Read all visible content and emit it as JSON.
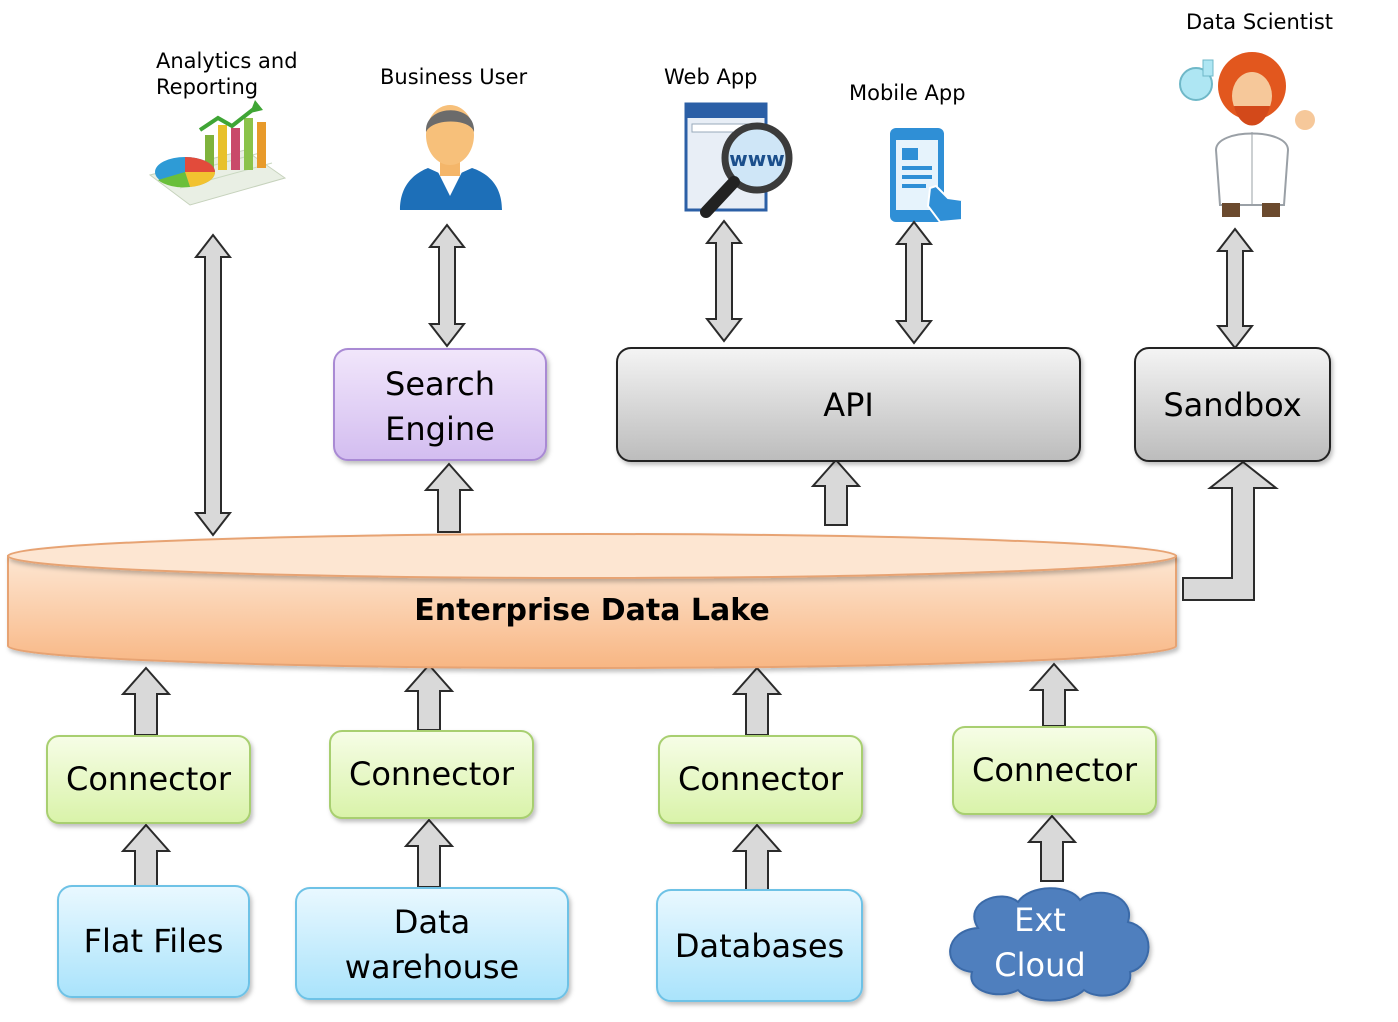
{
  "consumers": {
    "analytics": {
      "label_lines": [
        "Analytics and",
        "Reporting"
      ],
      "icon": "analytics-chart-icon"
    },
    "business_user": {
      "label": "Business User",
      "icon": "business-user-icon"
    },
    "web_app": {
      "label": "Web App",
      "icon": "web-app-icon"
    },
    "mobile_app": {
      "label": "Mobile App",
      "icon": "mobile-app-icon"
    },
    "data_scientist": {
      "label": "Data Scientist",
      "icon": "data-scientist-icon"
    }
  },
  "middle": {
    "search_engine": {
      "label_lines": [
        "Search",
        "Engine"
      ]
    },
    "api": {
      "label": "API"
    },
    "sandbox": {
      "label": "Sandbox"
    }
  },
  "lake": {
    "label": "Enterprise Data Lake"
  },
  "connectors": [
    "Connector",
    "Connector",
    "Connector",
    "Connector"
  ],
  "sources": {
    "flat_files": {
      "label": "Flat Files"
    },
    "data_warehouse": {
      "label_lines": [
        "Data",
        "warehouse"
      ]
    },
    "databases": {
      "label": "Databases"
    },
    "ext_cloud": {
      "label_lines": [
        "Ext",
        "Cloud"
      ]
    }
  },
  "colors": {
    "search_fill_top": "#f1e6fb",
    "search_fill_bottom": "#d3bdf0",
    "search_stroke": "#a98ad4",
    "gray_fill_top": "#f4f4f4",
    "gray_fill_bottom": "#bcbcbc",
    "gray_stroke": "#222222",
    "lake_fill_top": "#fde6d2",
    "lake_fill_bottom": "#f8b683",
    "lake_stroke": "#e7a373",
    "connector_fill_top": "#f6fde6",
    "connector_fill_bottom": "#d9f3a9",
    "connector_stroke": "#a8cf70",
    "source_fill_top": "#e9f8ff",
    "source_fill_bottom": "#a9e3fb",
    "source_stroke": "#6ec2e6",
    "cloud_fill": "#4f7fbe",
    "cloud_stroke": "#3b6aa8",
    "arrow_fill": "#d9d9d9",
    "arrow_stroke": "#2b2b2b"
  }
}
